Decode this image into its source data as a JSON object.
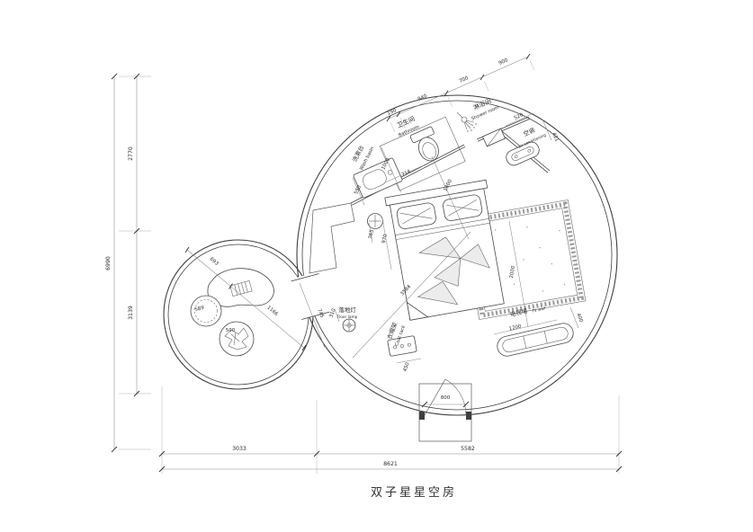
{
  "title": "双子星星空房",
  "colors": {
    "line": "#3f3f3f",
    "dim_line": "#8a8a8a"
  },
  "labels": {
    "bathroom_zh": "卫生间",
    "bathroom_en": "Bathroom",
    "shower_zh": "淋浴间",
    "shower_en": "Shower room",
    "washbasin_zh": "洗漱台",
    "washbasin_en": "Wash basin",
    "ac_zh": "空调",
    "ac_en": "air conditioning",
    "floorlamp_zh": "落地灯",
    "floorlamp_en": "Floor lamp",
    "coatrack_zh": "衣帽架",
    "coatrack_en": "Coat rack",
    "tvwall_zh": "电视墙",
    "tvwall_en": "TV wall"
  },
  "dims": {
    "overall_h": "6990",
    "h_upper": "2770",
    "h_lower": "3139",
    "overall_w": "8621",
    "w_left": "3033",
    "w_right": "5582",
    "top1": "190",
    "top2": "940",
    "top3": "700",
    "top4": "900",
    "shower_w": "520",
    "ac_d": "421",
    "toilet_w": "714",
    "basin_len": "1000",
    "basin_depth": "550",
    "bath_w": "1800",
    "bed_a": "365",
    "bed_b": "970",
    "bed_len": "2000",
    "room_diag": "3584",
    "small_a": "693",
    "small_b": "1166",
    "small_c": "745",
    "stool_d": "589",
    "tub_d": "500",
    "lamp_off": "310",
    "rack_w": "450",
    "tv_side": "400",
    "tv_len": "1200",
    "door_w": "800"
  }
}
